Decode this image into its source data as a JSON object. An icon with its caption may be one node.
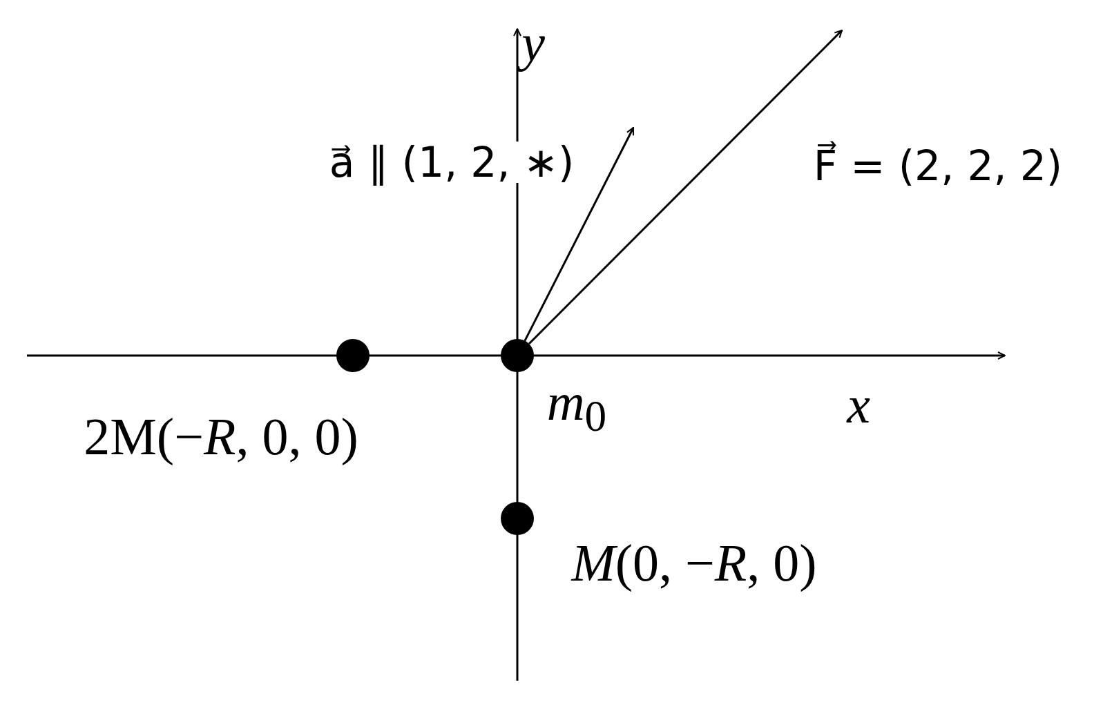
{
  "diagram": {
    "nodes": [
      {
        "text": [],
        "shape": "circle",
        "beside": [
          "2M(−*R*, 0, 0)"
        ]
      },
      {
        "text": [],
        "shape": "circle",
        "beside": [
          "*m*$_{0}$"
        ]
      },
      {
        "text": [],
        "shape": "circle",
        "beside": [
          "*M*(0, −*R*, 0)"
        ]
      }
    ],
    "edges": [
      {
        "from": 1,
        "to": null,
        "arrow": "to",
        "label": "a⃗ ∥ (1, 2, ∗)"
      },
      {
        "from": 1,
        "to": null,
        "arrow": "to",
        "label": "F⃗ = (2, 2, 2)"
      }
    ],
    "labels": [
      "y",
      "x"
    ]
  }
}
